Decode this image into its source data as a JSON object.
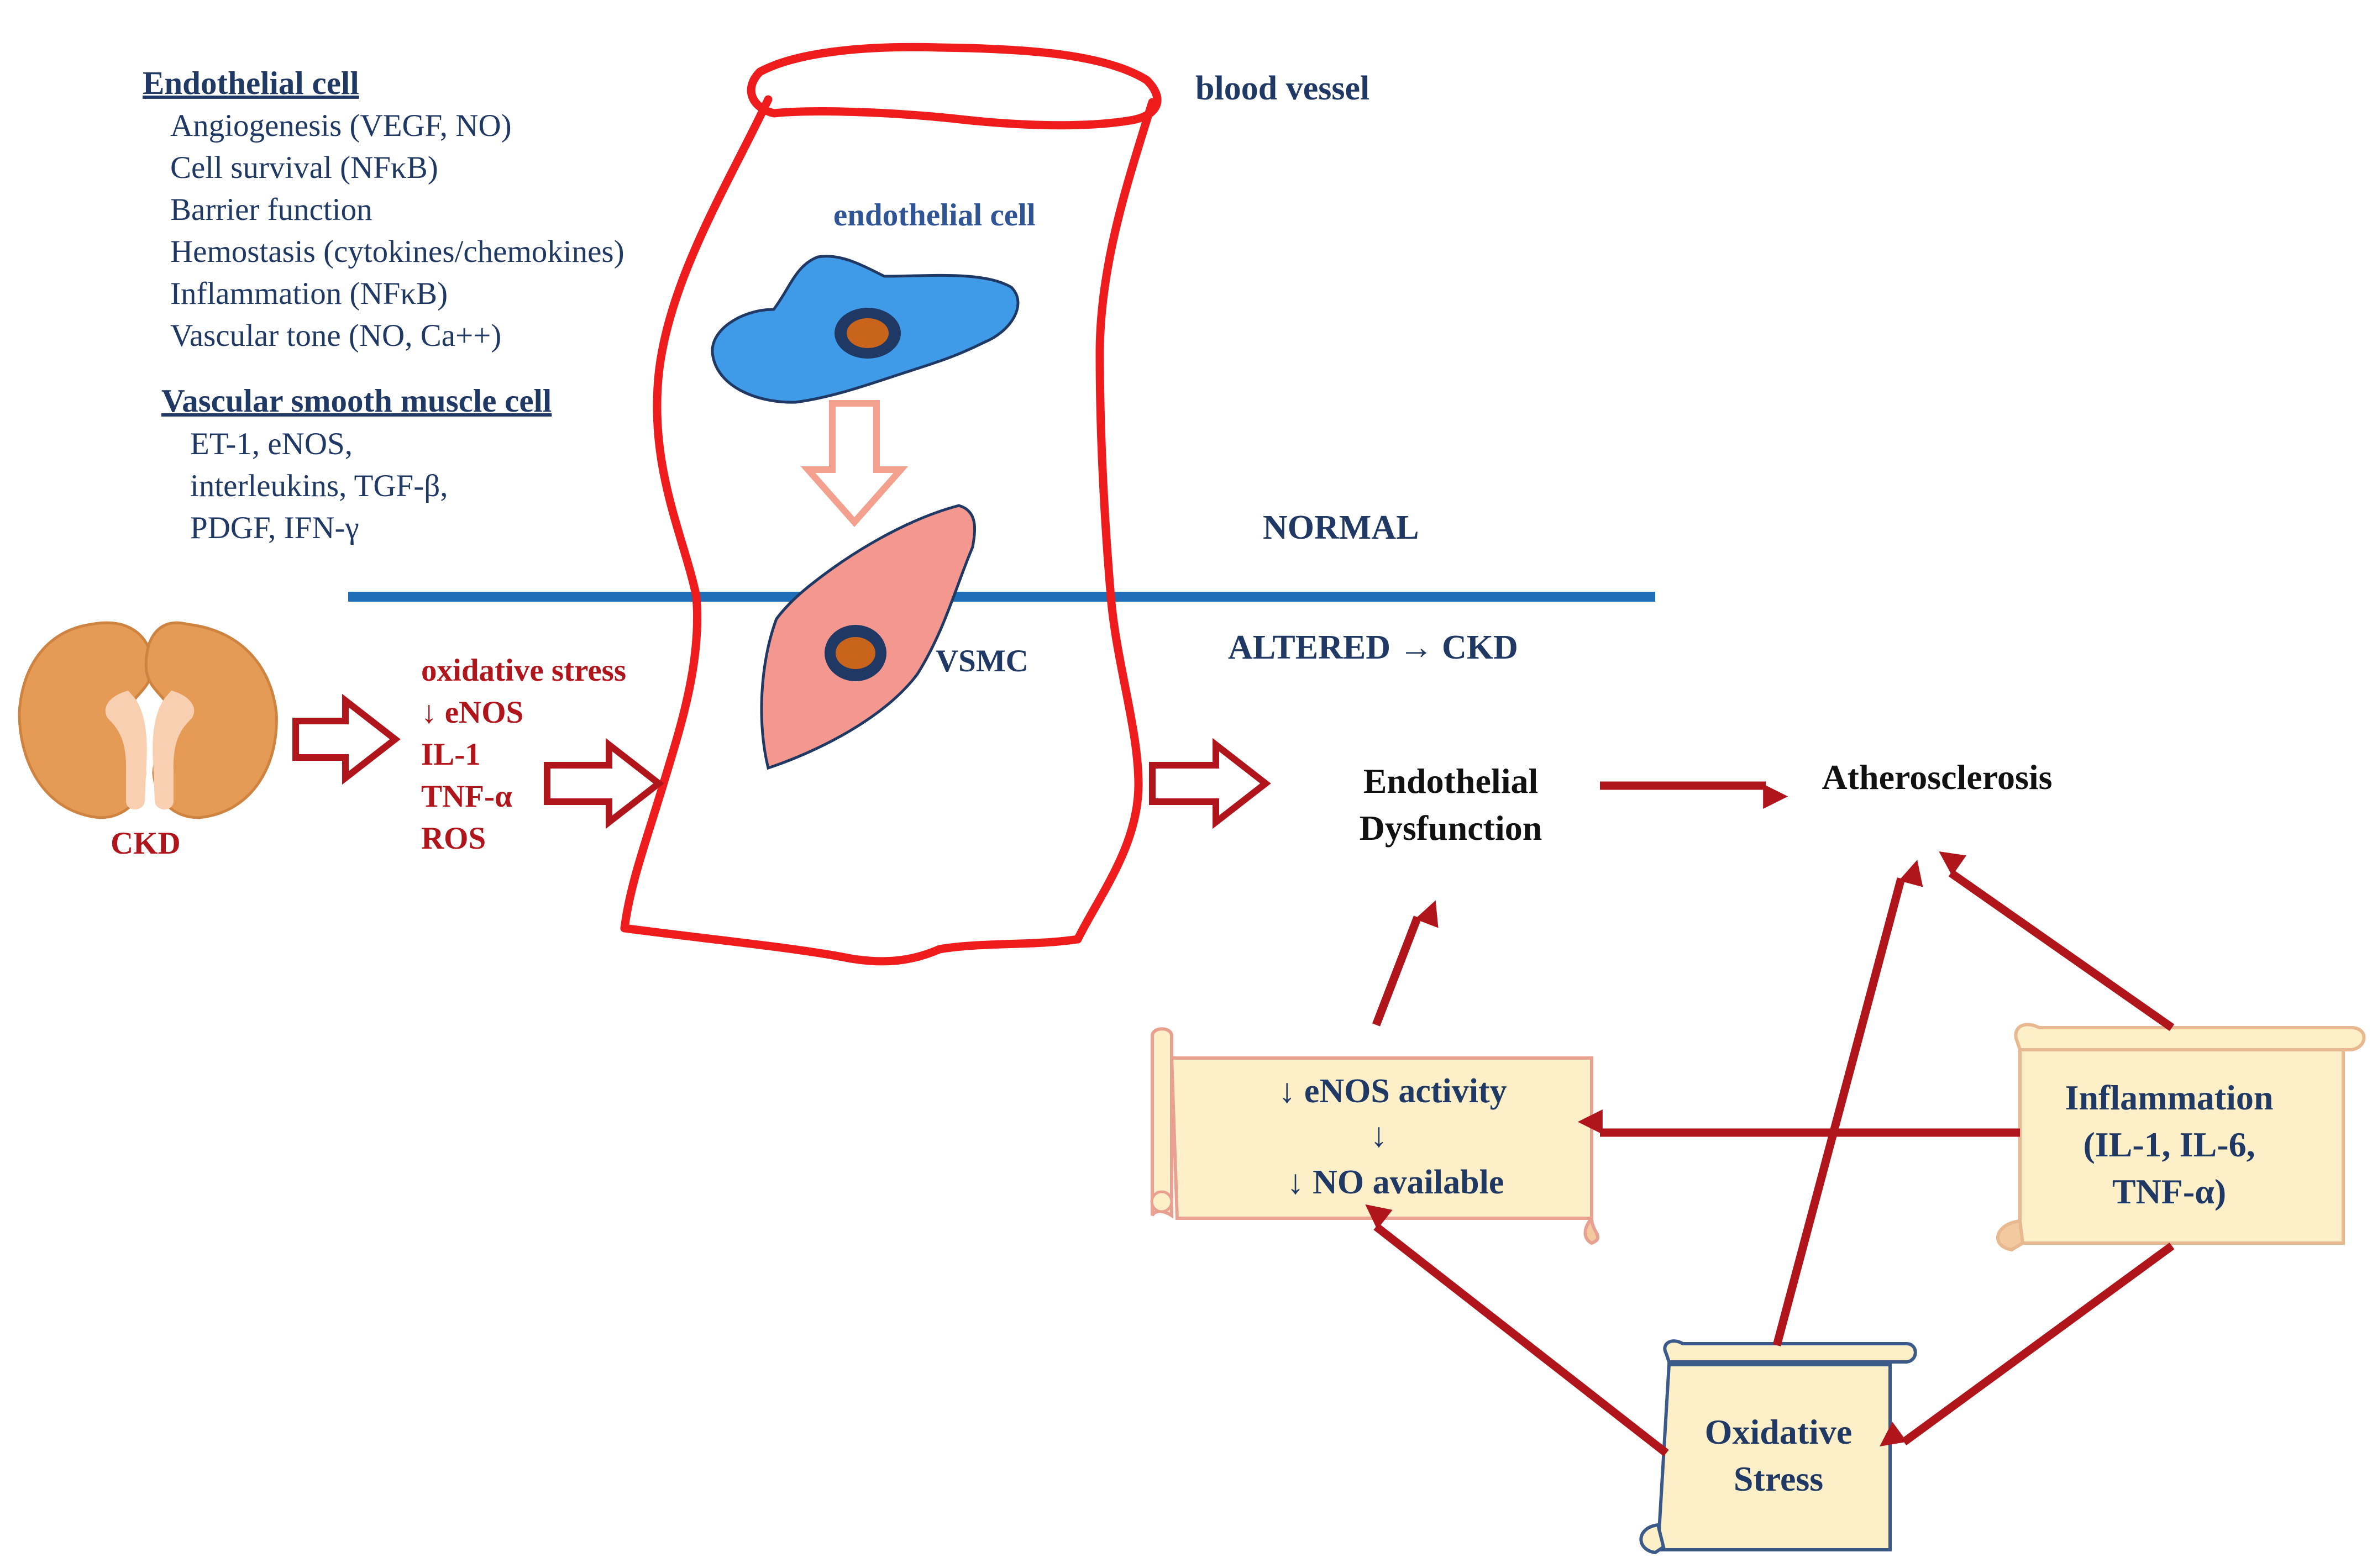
{
  "left_panel": {
    "endothelial_heading": "Endothelial cell",
    "endothelial_items": [
      "Angiogenesis (VEGF, NO)",
      "Cell survival (NFκB)",
      "Barrier function",
      "Hemostasis (cytokines/chemokines)",
      "Inflammation (NFκB)",
      "Vascular tone (NO, Ca++)"
    ],
    "vsmc_heading": "Vascular smooth muscle cell",
    "vsmc_items": [
      "ET-1, eNOS,",
      "interleukins, TGF-β,",
      "PDGF, IFN-γ"
    ]
  },
  "vessel": {
    "label": "blood vessel",
    "endothelial_label": "endothelial cell",
    "vsmc_label": "VSMC"
  },
  "states": {
    "normal": "NORMAL",
    "altered": "ALTERED → CKD"
  },
  "kidney": {
    "label": "CKD"
  },
  "mediators": [
    "oxidative stress",
    "↓ eNOS",
    "IL-1",
    "TNF-α",
    "ROS"
  ],
  "outcomes": {
    "endothelial_dysfunction": [
      "Endothelial",
      "Dysfunction"
    ],
    "atherosclerosis": "Atherosclerosis"
  },
  "scrolls": {
    "enos": [
      "↓ eNOS activity",
      "↓",
      "↓ NO available"
    ],
    "inflammation": [
      "Inflammation",
      "(IL-1, IL-6,",
      "TNF-α)"
    ],
    "oxidative": [
      "Oxidative",
      "Stress"
    ]
  },
  "colors": {
    "vessel_outline": "#ee1c1c",
    "divider": "#1f6fb8",
    "endothelial_cell": "#3f9be8",
    "vsmc": "#f4978e",
    "nucleus": "#c8641c",
    "arrow": "#b0151c",
    "scroll_fill": "#fdf0c8",
    "text_navy": "#1f3864",
    "text_red": "#b0151c"
  }
}
